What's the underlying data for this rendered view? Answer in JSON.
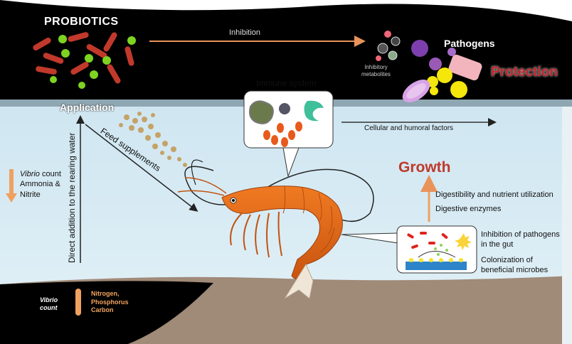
{
  "labels": {
    "probiotics": "PROBIOTICS",
    "inhibition": "Inhibition",
    "pathogens": "Pathogens",
    "inhibitory_metabolites": [
      "Inhibitory",
      "metabolites"
    ],
    "protection": "Protection",
    "immune_system": "Immune system",
    "application": "Application",
    "feed_supplements": "Feed supplements",
    "cellular_humoral": "Cellular and humoral factors",
    "direct_addition": "Direct addition to the rearing water",
    "vibrio_count_italic": "Vibrio",
    "vibrio_count_rest": " count",
    "ammonia": "Ammonia &",
    "nitrite": "Nitrite",
    "growth": "Growth",
    "digestibility": "Digestibility and nutrient utilization",
    "digestive_enzymes": "Digestive enzymes",
    "inhibition_gut": [
      "Inhibition of pathogens",
      "in the gut"
    ],
    "colonization": [
      "Colonization of",
      "beneficial microbes"
    ],
    "vibrio_bottom": [
      "Vibrio",
      "count"
    ],
    "npc": [
      "Nitrogen,",
      "Phosphorus",
      "Carbon"
    ]
  },
  "colors": {
    "background_dark": "#000000",
    "water": "#d5eaf4",
    "sediment": "#a08a78",
    "shrimp": "#e8681a",
    "arrow_orange": "#f0a060",
    "probiotic_red": "#c0392b",
    "probiotic_green": "#7ed321",
    "growth_red": "#c0392b"
  }
}
